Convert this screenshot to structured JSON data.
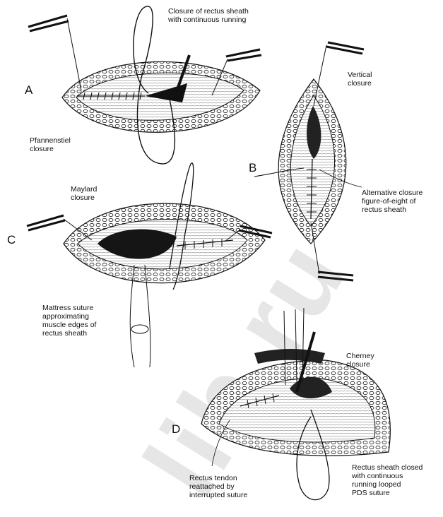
{
  "watermark": "lib.ru",
  "labels": {
    "closure_running": "Closure of rectus sheath\nwith continuous running",
    "pfannenstiel": "Pfannenstiel\nclosure",
    "vertical": "Vertical\nclosure",
    "alternative": "Alternative closure\nfigure-of-eight of\nrectus sheath",
    "maylard": "Maylard\nclosure",
    "mattress": "Mattress suture\napproximating\nmuscle edges of\nrectus sheath",
    "cherney": "Cherney\nclosure",
    "tendon": "Rectus tendon\nreattached by\ninterrupted suture",
    "sheath_closed": "Rectus sheath closed\nwith continuous\nrunning looped\nPDS suture"
  },
  "panels": {
    "a": "A",
    "b": "B",
    "c": "C",
    "d": "D"
  },
  "colors": {
    "ink": "#111111",
    "watermark": "#e6e6e6"
  }
}
